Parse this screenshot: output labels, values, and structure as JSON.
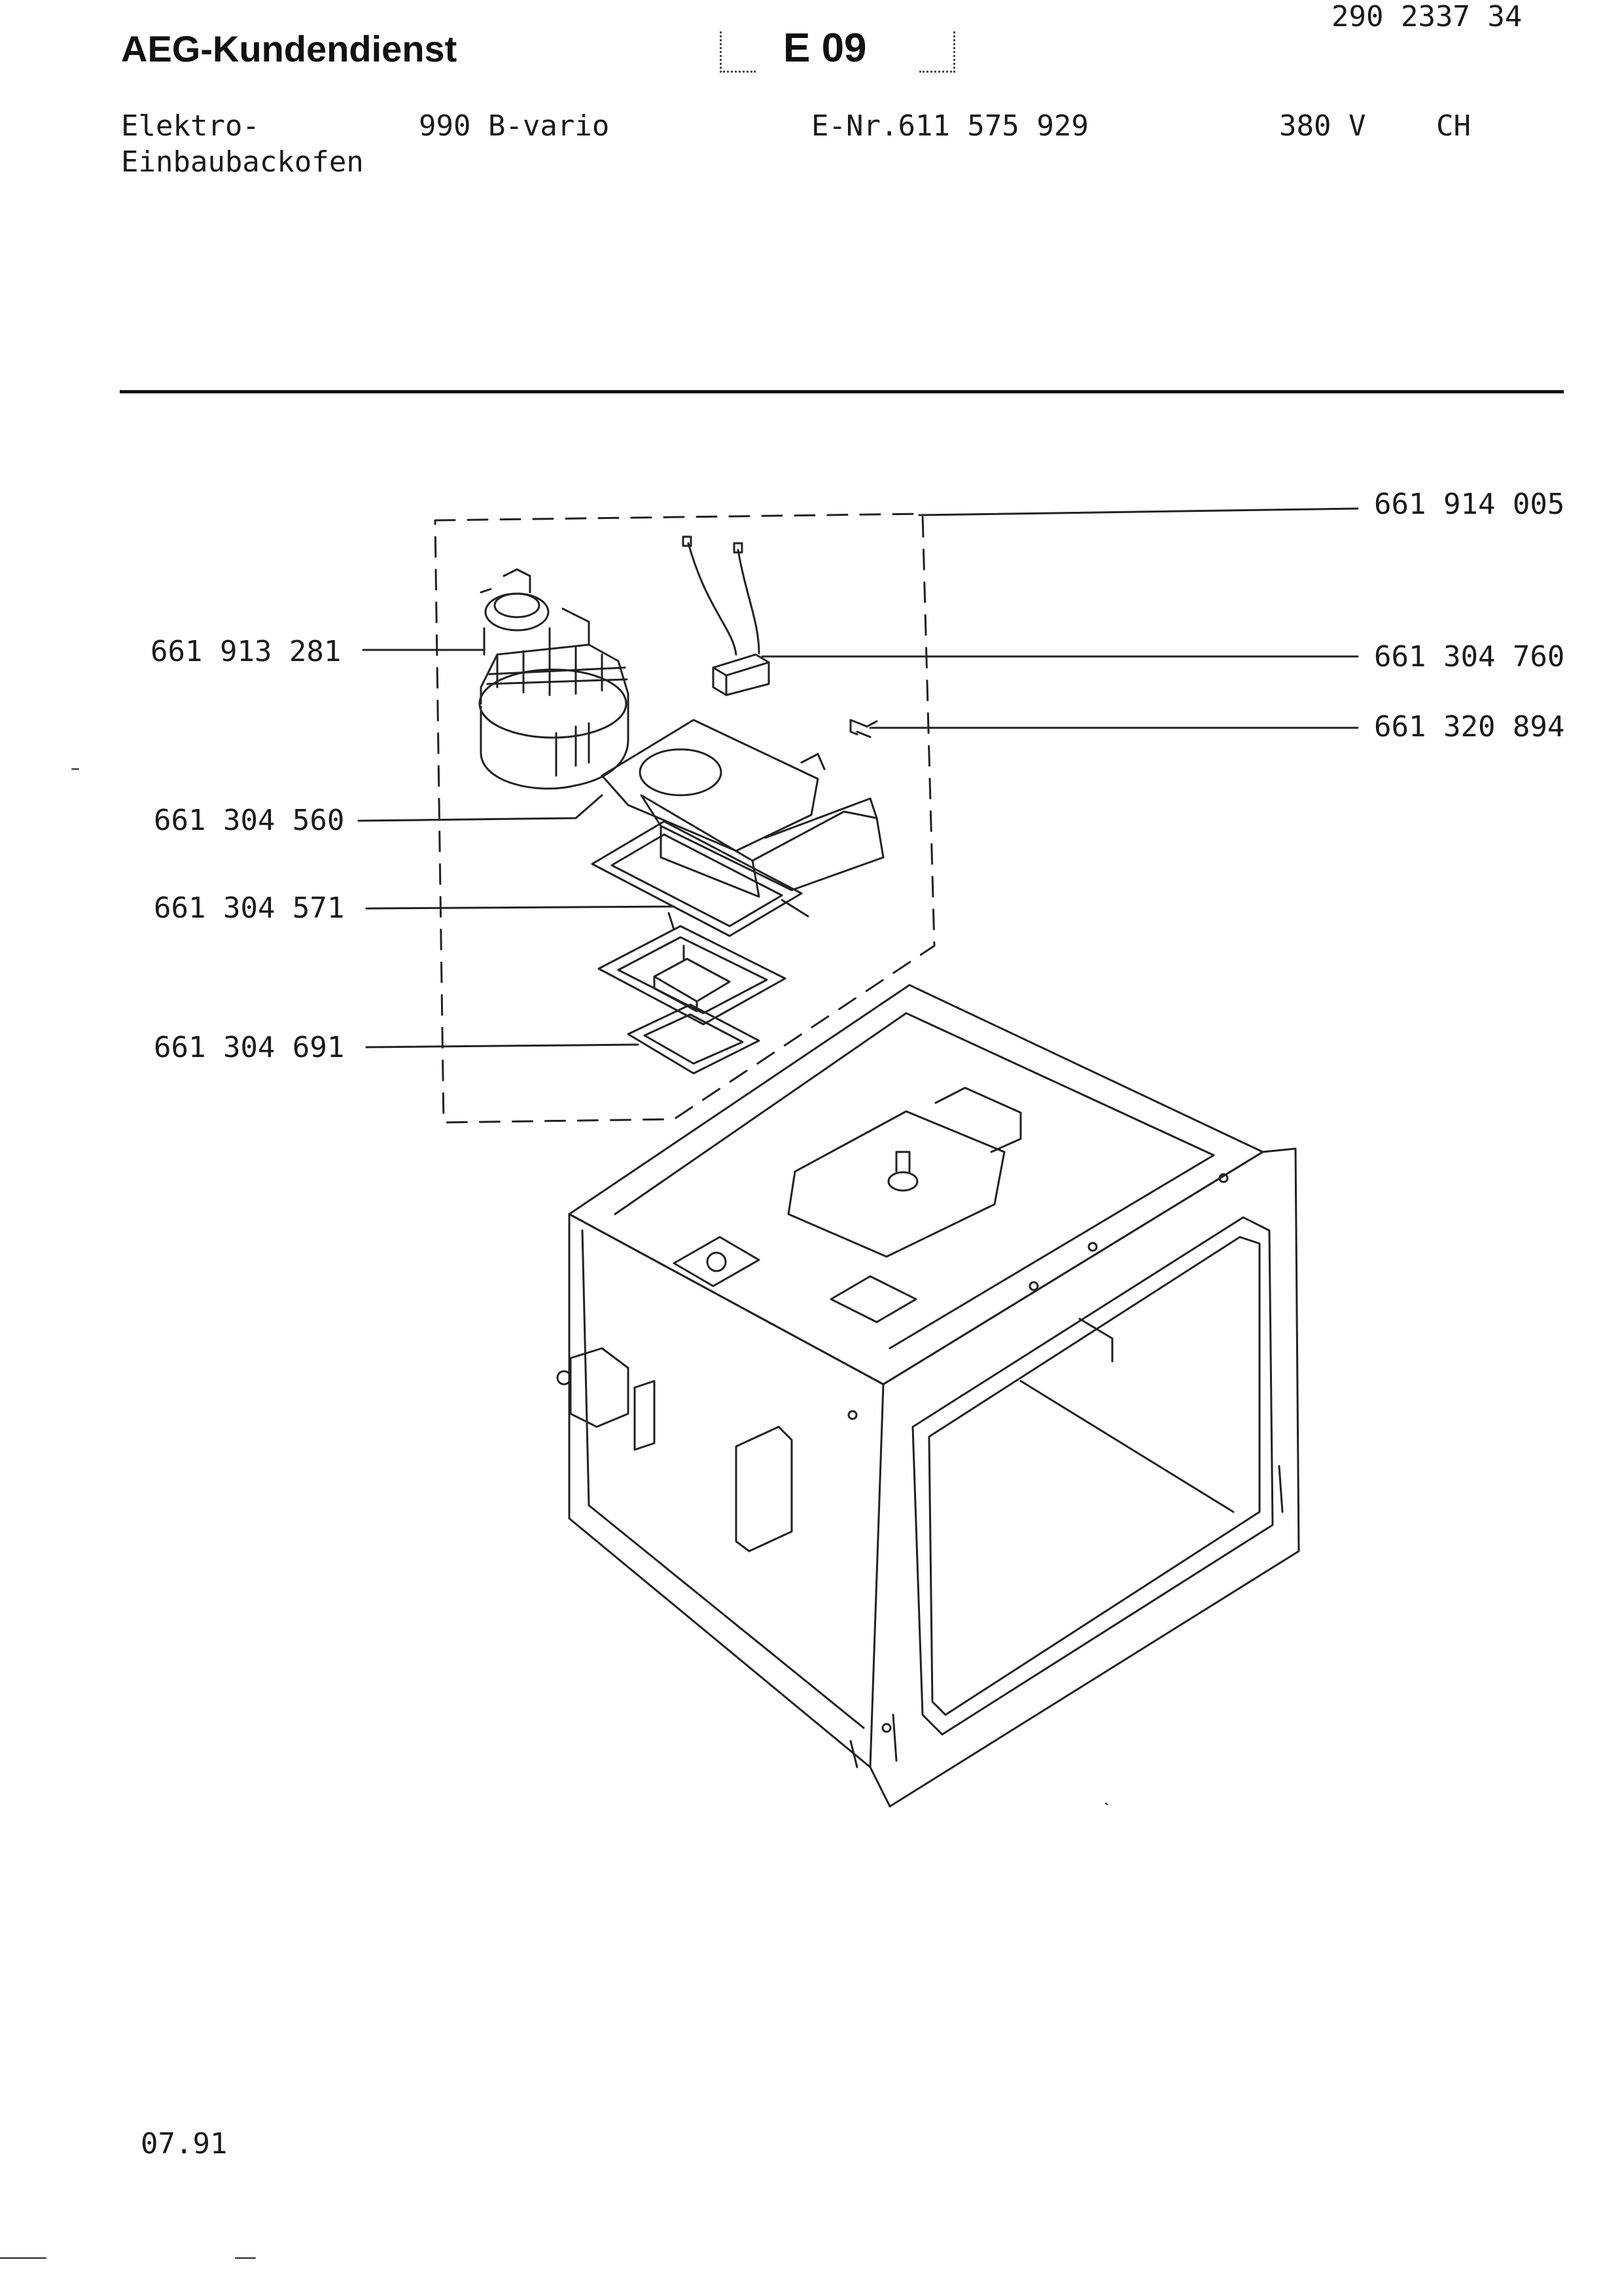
{
  "header": {
    "brand": "AEG-Kundendienst",
    "section_code": "E 09",
    "document_number": "290 2337 34"
  },
  "product": {
    "type_line1": "Elektro-",
    "type_line2": "Einbaubackofen",
    "model": "990 B-vario",
    "e_number": "E-Nr.611 575 929",
    "voltage": "380 V",
    "country": "CH"
  },
  "parts": {
    "p1": "661 914 005",
    "p2": "661 913 281",
    "p3": "661 304 760",
    "p4": "661 320 894",
    "p5": "661 304 560",
    "p6": "661 304 571",
    "p7": "661 304 691"
  },
  "footer": {
    "date": "07.91"
  }
}
